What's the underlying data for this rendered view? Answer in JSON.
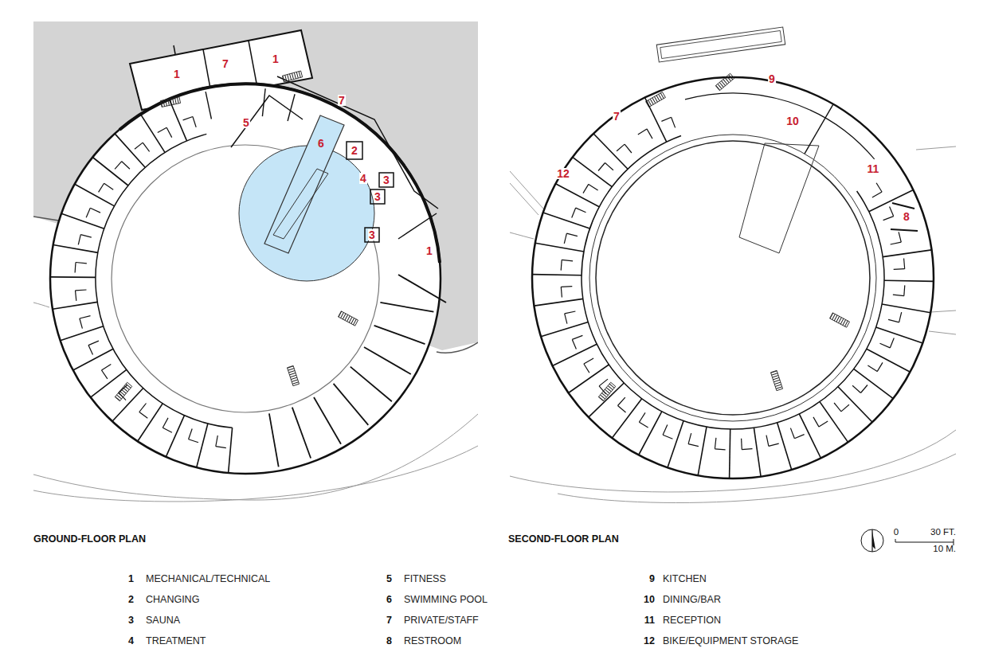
{
  "diagram": {
    "labels": [
      "1",
      "7",
      "1",
      "7",
      "5",
      "6",
      "2",
      "4",
      "3",
      "3",
      "3",
      "1",
      "9",
      "10",
      "7",
      "12",
      "11",
      "8",
      "GROUND-FLOOR PLAN",
      "SECOND-FLOOR PLAN",
      "0",
      "30 FT.",
      "10 M.",
      "1",
      "2",
      "3",
      "4",
      "5",
      "6",
      "7",
      "8",
      "9",
      "10",
      "11",
      "12"
    ],
    "legend": [
      {
        "text": "MECHANICAL/TECHNICAL"
      },
      {
        "text": "CHANGING"
      },
      {
        "text": "SAUNA"
      },
      {
        "text": "TREATMENT"
      },
      {
        "text": "FITNESS"
      },
      {
        "text": "SWIMMING POOL"
      },
      {
        "text": "PRIVATE/STAFF"
      },
      {
        "text": "RESTROOM"
      },
      {
        "text": "KITCHEN"
      },
      {
        "text": "DINING/BAR"
      },
      {
        "text": "RECEPTION"
      },
      {
        "text": "BIKE/EQUIPMENT STORAGE"
      }
    ]
  }
}
